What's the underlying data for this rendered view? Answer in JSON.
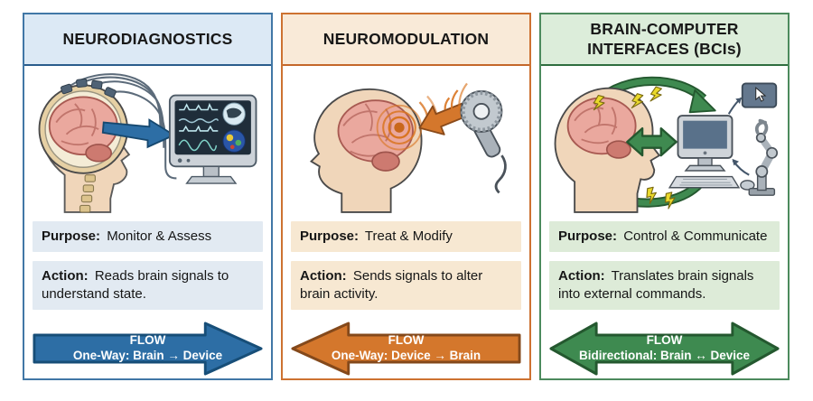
{
  "panels": [
    {
      "id": "neurodiagnostics",
      "title": "NEURODIAGNOSTICS",
      "illustration": "head-cross-section-with-eeg-electrodes-wired-to-monitor",
      "purpose_label": "Purpose:",
      "purpose_text": "Monitor & Assess",
      "action_label": "Action:",
      "action_text": "Reads brain signals to understand state.",
      "flow_label": "FLOW",
      "flow_text": "One-Way: Brain → Device",
      "flow_direction": "right",
      "colors": {
        "panel_border": "#4177a6",
        "header_border": "#2a5d8c",
        "header_bg": "#dce9f5",
        "strip_bg": "#e2eaf2",
        "arrow_fill": "#2d6ea5",
        "arrow_stroke": "#174e78"
      }
    },
    {
      "id": "neuromodulation",
      "title": "NEUROMODULATION",
      "illustration": "head-receiving-stimulation-from-tms-coil",
      "purpose_label": "Purpose:",
      "purpose_text": "Treat & Modify",
      "action_label": "Action:",
      "action_text": "Sends signals to alter brain activity.",
      "flow_label": "FLOW",
      "flow_text": "One-Way: Device → Brain",
      "flow_direction": "left",
      "colors": {
        "panel_border": "#cd7231",
        "header_border": "#c4672a",
        "header_bg": "#f9ead8",
        "strip_bg": "#f7e8d2",
        "arrow_fill": "#d4772c",
        "arrow_stroke": "#84491b"
      }
    },
    {
      "id": "brain-computer-interfaces",
      "title": "BRAIN-COMPUTER INTERFACES (BCIs)",
      "illustration": "head-computer-cursor-robot-arm-bidirectional-arrows",
      "purpose_label": "Purpose:",
      "purpose_text": "Control & Communicate",
      "action_label": "Action:",
      "action_text": "Translates brain signals into external commands.",
      "flow_label": "FLOW",
      "flow_text": "Bidirectional: Brain ↔ Device",
      "flow_direction": "both",
      "colors": {
        "panel_border": "#4c8a5d",
        "header_border": "#2f6e3f",
        "header_bg": "#dcedda",
        "strip_bg": "#ddebd8",
        "arrow_fill": "#3e8a50",
        "arrow_stroke": "#24582f"
      }
    }
  ]
}
